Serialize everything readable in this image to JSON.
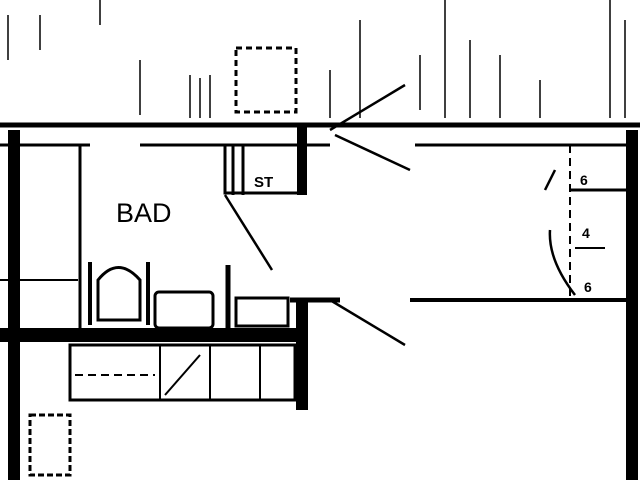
{
  "plan": {
    "room_label": "BAD",
    "cabinet_label": "ST",
    "dimension_marks": [
      "6",
      "4",
      "6"
    ],
    "colors": {
      "ink": "#000000",
      "paper": "#ffffff"
    }
  }
}
